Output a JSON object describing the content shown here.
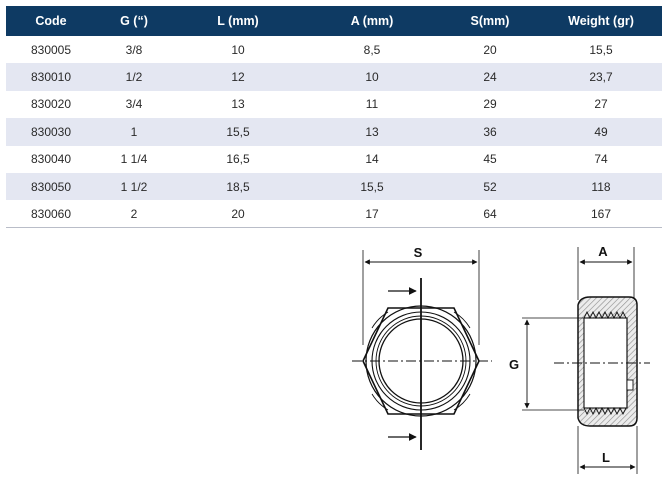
{
  "table": {
    "headers": [
      "Code",
      "G (“)",
      "L (mm)",
      "A (mm)",
      "S(mm)",
      "Weight (gr)"
    ],
    "rows": [
      [
        "830005",
        "3/8",
        "10",
        "8,5",
        "20",
        "15,5"
      ],
      [
        "830010",
        "1/2",
        "12",
        "10",
        "24",
        "23,7"
      ],
      [
        "830020",
        "3/4",
        "13",
        "11",
        "29",
        "27"
      ],
      [
        "830030",
        "1",
        "15,5",
        "13",
        "36",
        "49"
      ],
      [
        "830040",
        "1 1/4",
        "16,5",
        "14",
        "45",
        "74"
      ],
      [
        "830050",
        "1 1/2",
        "18,5",
        "15,5",
        "52",
        "118"
      ],
      [
        "830060",
        "2",
        "20",
        "17",
        "64",
        "167"
      ]
    ]
  },
  "drawing": {
    "label_s": "S",
    "label_g": "G",
    "label_a": "A",
    "label_l": "L"
  },
  "colors": {
    "header_bg": "#0e3a63",
    "header_text": "#ffffff",
    "row_stripe": "#e4e7f2",
    "hatch_fill": "#c8c8c8"
  }
}
